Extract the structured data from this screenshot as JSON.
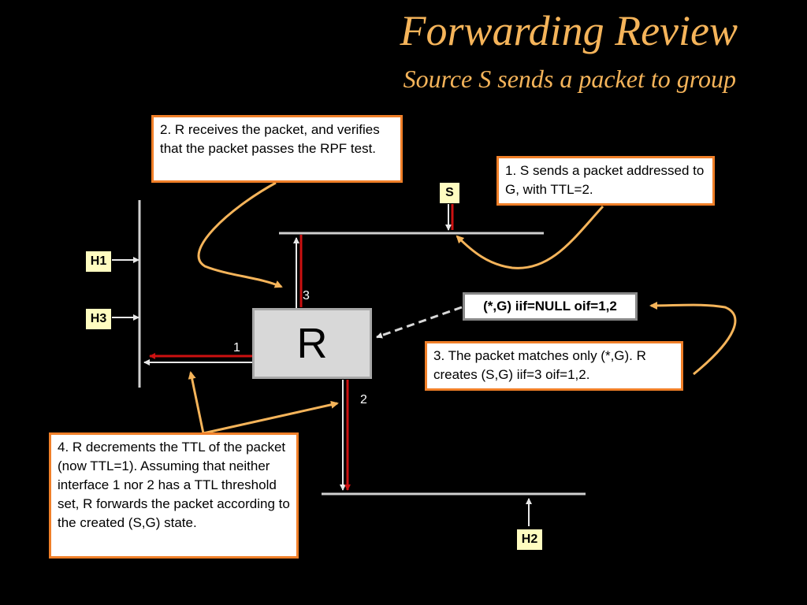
{
  "title": "Forwarding Review",
  "subtitle": "Source S sends a packet to group",
  "notes": {
    "step1": "1. S sends a packet addressed to G, with TTL=2.",
    "step2": "2. R receives the packet, and verifies that the packet passes the RPF test.",
    "step3": "3.  The packet matches only (*,G).  R creates (S,G) iif=3 oif=1,2.",
    "step4": "4.  R decrements the TTL of the packet (now TTL=1).  Assuming that neither interface 1 nor 2 has a TTL threshold set, R forwards the packet according to the created (S,G) state."
  },
  "hosts": {
    "s": "S",
    "h1": "H1",
    "h2": "H2",
    "h3": "H3"
  },
  "router": {
    "label": "R"
  },
  "interfaces": {
    "if1": "1",
    "if2": "2",
    "if3": "3"
  },
  "state_entry": "(*,G) iif=NULL oif=1,2",
  "colors": {
    "background": "#000000",
    "title": "#f5b45a",
    "note_border": "#f07f28",
    "host_fill": "#fffcc0",
    "packet_arrow": "#cc1111",
    "callout_curve": "#f5b45a",
    "lan_line": "#d0d0d0"
  }
}
